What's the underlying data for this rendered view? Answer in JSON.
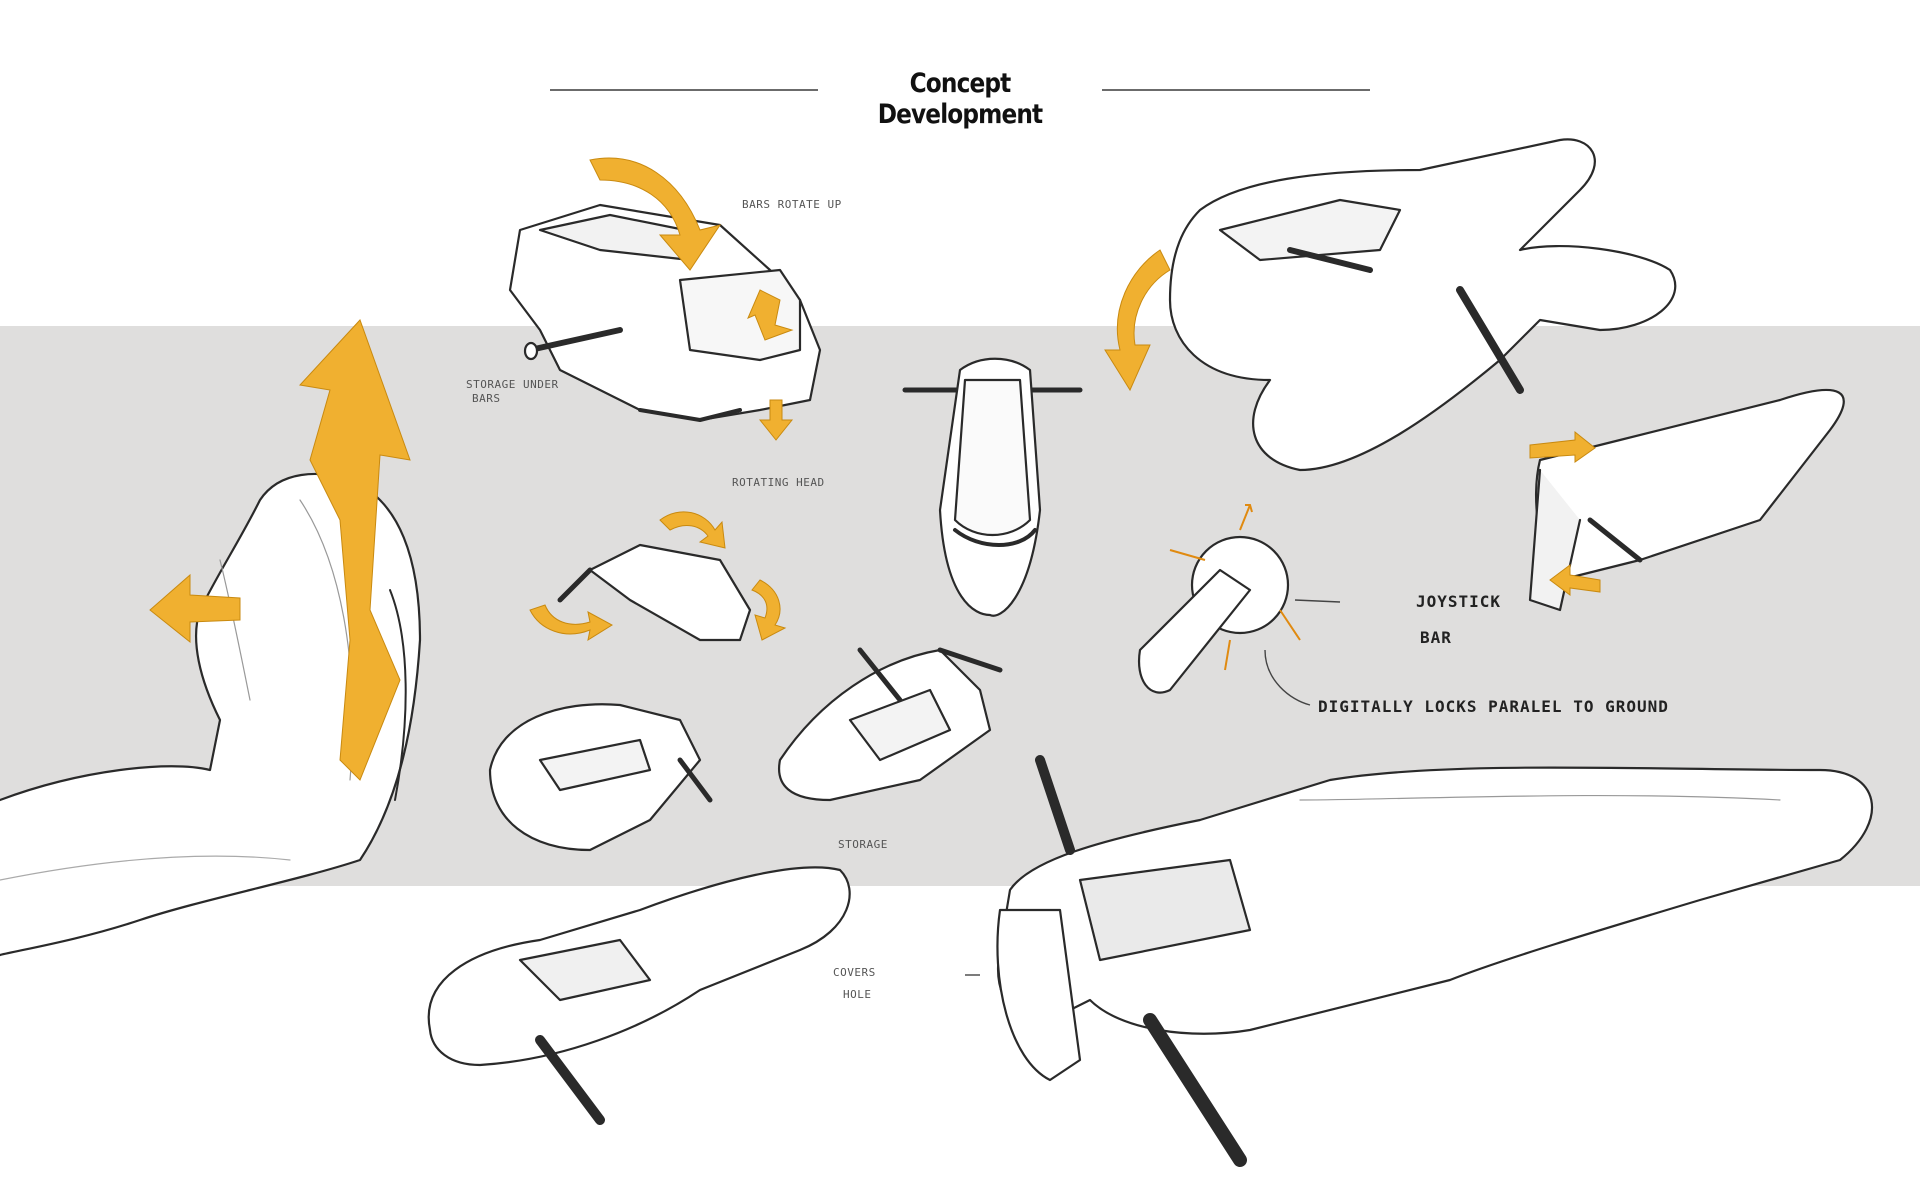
{
  "header": {
    "title": "Concept Development"
  },
  "annotations": {
    "bars_rotate_up": "Bars rotate up",
    "storage_under_bars_1": "Storage under",
    "storage_under_bars_2": "bars",
    "rotating_head": "Rotating head",
    "joystick_1": "Joystick",
    "joystick_2": "bar",
    "digitally_locks": "Digitally locks paralel to ground",
    "storage": "Storage",
    "covers_hole_1": "Covers",
    "covers_hole_2": "hole"
  },
  "colors": {
    "accent_orange": "#f0b030",
    "band_gray": "#dfdedd",
    "ink": "#222222"
  }
}
